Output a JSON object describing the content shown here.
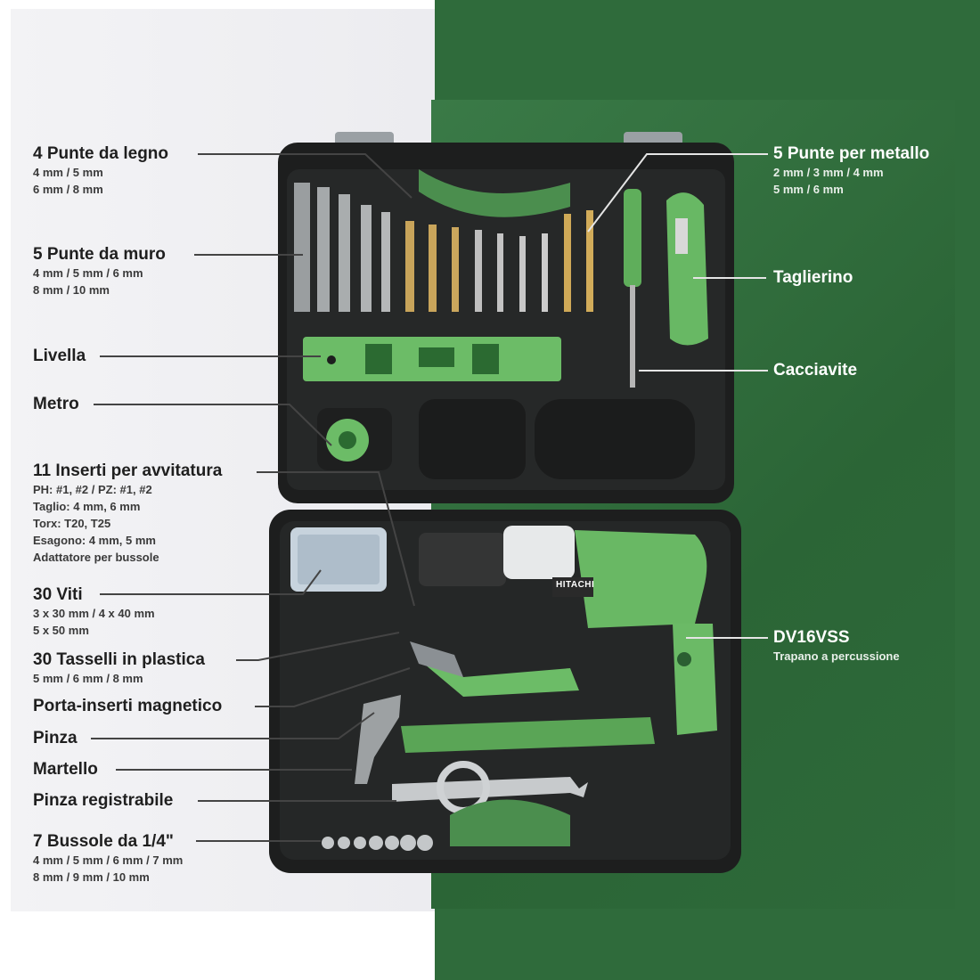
{
  "labels_left": [
    {
      "title": "4 Punte da legno",
      "specs": [
        "4 mm / 5 mm",
        "6 mm / 8 mm"
      ]
    },
    {
      "title": "5 Punte da muro",
      "specs": [
        "4 mm / 5 mm / 6 mm",
        "8 mm / 10 mm"
      ]
    },
    {
      "title": "Livella",
      "specs": []
    },
    {
      "title": "Metro",
      "specs": []
    },
    {
      "title": "11 Inserti per avvitatura",
      "specs": [
        "PH: #1, #2 / PZ: #1, #2",
        "Taglio: 4 mm, 6 mm",
        "Torx: T20, T25",
        "Esagono: 4 mm, 5 mm",
        "Adattatore per bussole"
      ]
    },
    {
      "title": "30 Viti",
      "specs": [
        "3 x 30 mm / 4 x 40 mm",
        "5 x 50 mm"
      ]
    },
    {
      "title": "30 Tasselli in plastica",
      "specs": [
        "5 mm / 6 mm / 8 mm"
      ]
    },
    {
      "title": "Porta-inserti magnetico",
      "specs": []
    },
    {
      "title": "Pinza",
      "specs": []
    },
    {
      "title": "Martello",
      "specs": []
    },
    {
      "title": "Pinza registrabile",
      "specs": []
    },
    {
      "title": "7 Bussole da 1/4\"",
      "specs": [
        "4 mm / 5 mm / 6 mm / 7 mm",
        "8 mm / 9 mm / 10 mm"
      ]
    }
  ],
  "labels_right": [
    {
      "title": "5 Punte per metallo",
      "specs": [
        "2 mm / 3 mm / 4 mm",
        "5 mm / 6 mm"
      ]
    },
    {
      "title": "Taglierino",
      "specs": []
    },
    {
      "title": "Cacciavite",
      "specs": []
    },
    {
      "title": "DV16VSS",
      "specs": [
        "Trapano a percussione"
      ]
    }
  ],
  "brand_on_drill": "HITACHI",
  "colors": {
    "case": "#1b1c1c",
    "tool_green": "#6fbf6a",
    "background_green": "#2f6b3b",
    "background_light": "#efeff2"
  }
}
